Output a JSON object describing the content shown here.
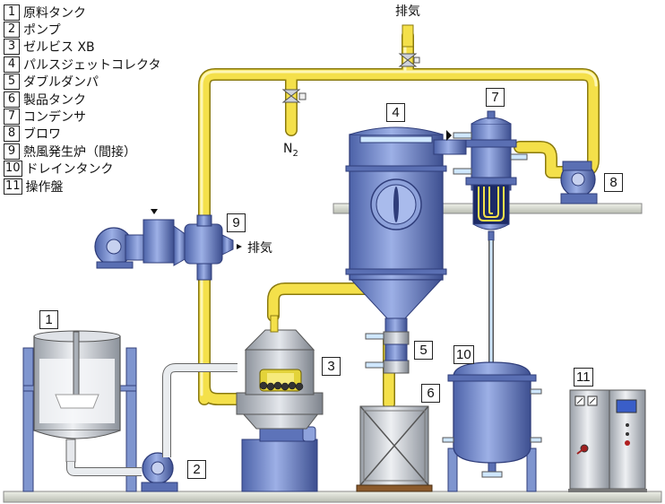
{
  "legend": [
    {
      "num": "1",
      "label": "原料タンク"
    },
    {
      "num": "2",
      "label": "ポンプ"
    },
    {
      "num": "3",
      "label": "ゼルビス XB"
    },
    {
      "num": "4",
      "label": "パルスジェットコレクタ"
    },
    {
      "num": "5",
      "label": "ダブルダンパ"
    },
    {
      "num": "6",
      "label": "製品タンク"
    },
    {
      "num": "7",
      "label": "コンデンサ"
    },
    {
      "num": "8",
      "label": "ブロワ"
    },
    {
      "num": "9",
      "label": "熱風発生炉（間接）"
    },
    {
      "num": "10",
      "label": "ドレインタンク"
    },
    {
      "num": "11",
      "label": "操作盤"
    }
  ],
  "tags": {
    "t1": "1",
    "t2": "2",
    "t3": "3",
    "t4": "4",
    "t5": "5",
    "t6": "6",
    "t7": "7",
    "t8": "8",
    "t9": "9",
    "t10": "10",
    "t11": "11"
  },
  "labels": {
    "exhaust_top": "排気",
    "exhaust_heater": "排気",
    "nitrogen": "N",
    "nitrogen_sub": "2"
  },
  "colors": {
    "pipe_yellow": "#f4e04a",
    "pipe_outline": "#8a7a10",
    "equipment_blue": "#6f88c9",
    "equipment_dark": "#3f4f8c",
    "tank_grey": "#c9cdd4",
    "floor_grey": "#d7dbd0"
  }
}
